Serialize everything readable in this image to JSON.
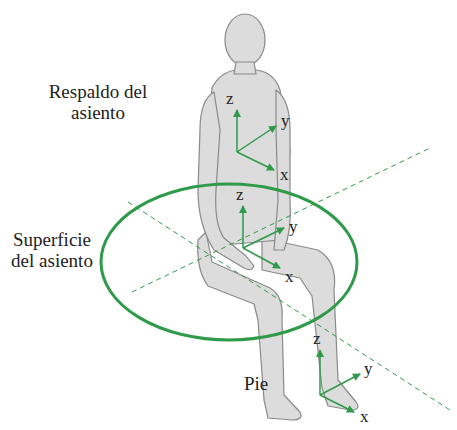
{
  "diagram": {
    "labels": [
      "Respaldo del asiento",
      "Superficie del asiento",
      "Pie",
      "z",
      "y",
      "x",
      "z",
      "y",
      "x",
      "z",
      "y",
      "x"
    ]
  }
}
